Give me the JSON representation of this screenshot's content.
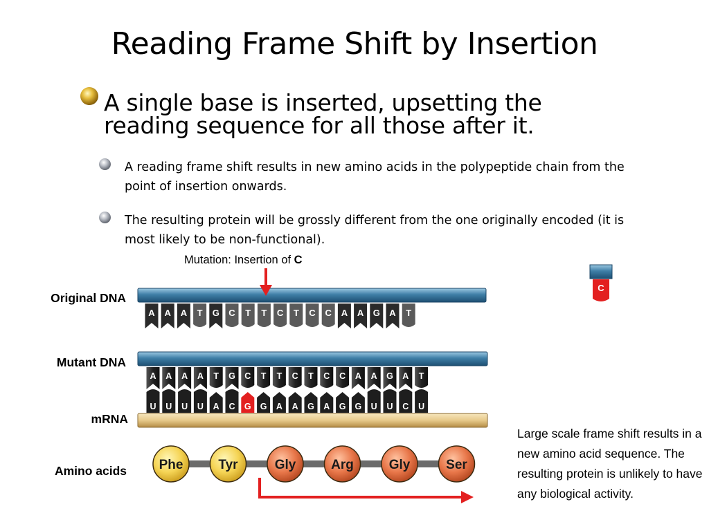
{
  "slide": {
    "title": "Reading Frame Shift by Insertion",
    "main_bullet": "A single base is inserted, upsetting the reading sequence for all those after it.",
    "sub_bullets": [
      "A reading frame shift results in new amino acids in the polypeptide chain from the point of insertion onwards.",
      "The resulting protein will be grossly different from the one originally encoded (it is most likely to be non-functional)."
    ]
  },
  "diagram": {
    "mutation_label_prefix": "Mutation: Insertion of ",
    "mutation_label_base": "C",
    "inserted_base": "C",
    "rows": {
      "original_dna": "Original DNA",
      "mutant_dna": "Mutant DNA",
      "mrna": "mRNA",
      "amino_acids": "Amino acids"
    },
    "original_dna_bases": [
      "A",
      "A",
      "A",
      "T",
      "G",
      "C",
      "T",
      "T",
      "C",
      "T",
      "C",
      "C",
      "A",
      "A",
      "G",
      "A",
      "T"
    ],
    "mutant_dna_bases": [
      "A",
      "A",
      "A",
      "A",
      "T",
      "G",
      "C",
      "T",
      "T",
      "C",
      "T",
      "C",
      "C",
      "A",
      "A",
      "G",
      "A",
      "T"
    ],
    "mrna_bases": [
      "U",
      "U",
      "U",
      "U",
      "A",
      "C",
      "G",
      "G",
      "A",
      "A",
      "G",
      "A",
      "G",
      "G",
      "U",
      "U",
      "C",
      "U"
    ],
    "highlight_mrna_index": 6,
    "amino_acids": [
      {
        "label": "Phe",
        "kind": "unchanged"
      },
      {
        "label": "Tyr",
        "kind": "unchanged"
      },
      {
        "label": "Gly",
        "kind": "changed"
      },
      {
        "label": "Arg",
        "kind": "changed"
      },
      {
        "label": "Gly",
        "kind": "changed"
      },
      {
        "label": "Ser",
        "kind": "changed"
      }
    ],
    "note": "Large scale frame shift results in a new amino acid sequence. The resulting protein is unlikely to have any biological activity.",
    "colors": {
      "purine": "#2a2a2a",
      "pyrimidine": "#5a5a5a",
      "mrna_base": "#1e1e1e",
      "mutation": "#e32020",
      "backbone": "#3f7fa7",
      "mrna_backbone": "#e7c98a",
      "amino_unchanged": "#f5d455",
      "amino_changed": "#e8774a"
    }
  }
}
